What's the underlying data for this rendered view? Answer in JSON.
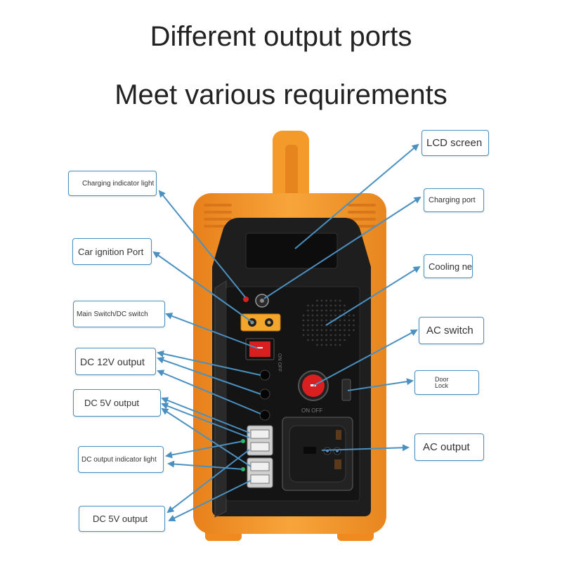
{
  "heading": {
    "line1": "Different output ports",
    "line2": "Meet various requirements"
  },
  "labels": {
    "lcd_screen": "LCD screen",
    "charging_port": "Charging port",
    "cooling_net": "Cooling net",
    "ac_switch": "AC switch",
    "door_lock_1": "Door",
    "door_lock_2": "Lock",
    "ac_output": "AC output",
    "charging_indicator_light": "Charging indicator light",
    "car_ignition_port": "Car ignition Port",
    "main_switch": "Main Switch/DC switch",
    "dc_12v_output": "DC 12V output",
    "dc_5v_output_1": "DC 5V output",
    "dc_output_indicator_light": "DC output indicator light",
    "dc_5v_output_2": "DC 5V output"
  },
  "device_markings": {
    "on_off_small": "ON OFF",
    "on_off_large": "ON OFF"
  },
  "colors": {
    "body_orange": "#f39a2b",
    "panel_black": "#1e1e1e",
    "callout_border": "#4a90c0",
    "arrow_blue": "#4a90c0",
    "switch_red": "#d91f1f"
  }
}
